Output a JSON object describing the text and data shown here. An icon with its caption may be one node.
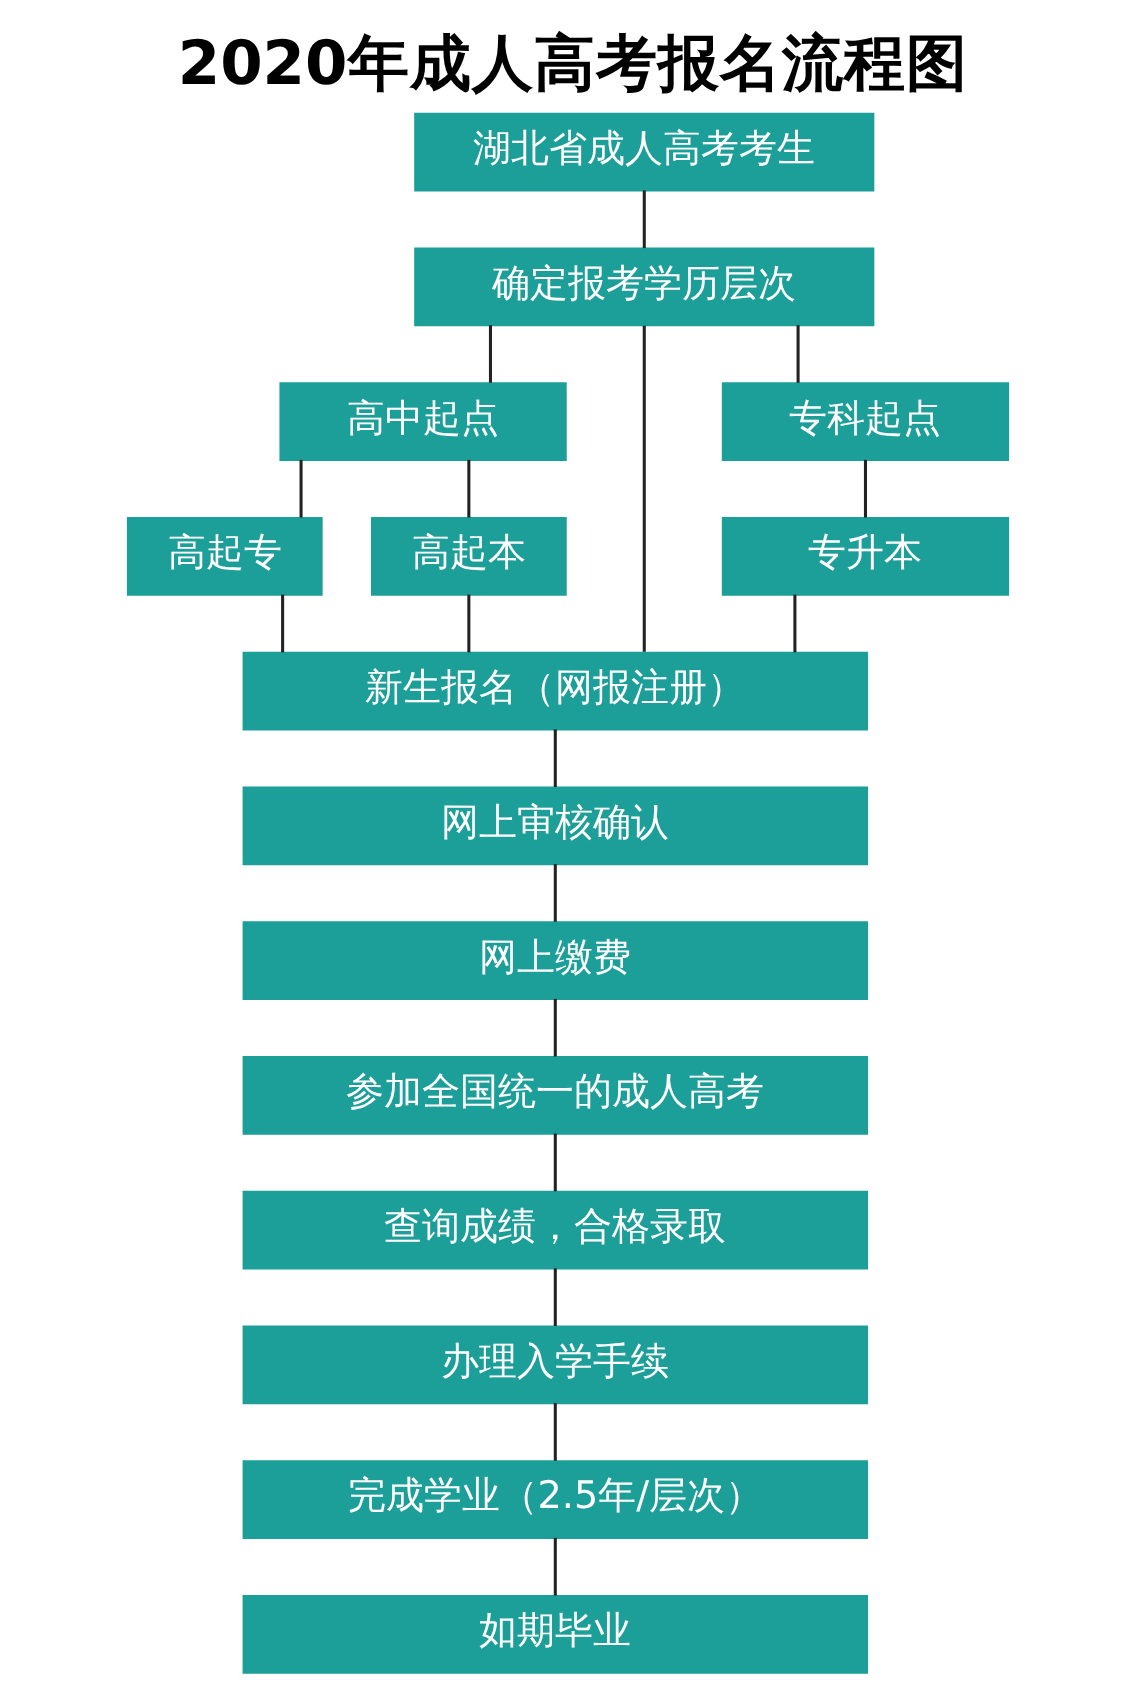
{
  "diagram": {
    "title": "2020年成人高考报名流程图",
    "nodes": [
      {
        "text": [
          "湖北省成人高考考生"
        ]
      },
      {
        "text": [
          "确定报考学历层次"
        ]
      },
      {
        "text": [
          "高中起点"
        ]
      },
      {
        "text": [
          "专科起点"
        ]
      },
      {
        "text": [
          "高起专"
        ]
      },
      {
        "text": [
          "高起本"
        ]
      },
      {
        "text": [
          "专升本"
        ]
      },
      {
        "text": [
          "新生报名（网报注册）"
        ]
      },
      {
        "text": [
          "网上审核确认"
        ]
      },
      {
        "text": [
          "网上缴费"
        ]
      },
      {
        "text": [
          "参加全国统一的成人高考"
        ]
      },
      {
        "text": [
          "查询成绩，合格录取"
        ]
      },
      {
        "text": [
          "办理入学手续"
        ]
      },
      {
        "text": [
          "完成学业（2.5年/层次）"
        ]
      },
      {
        "text": [
          "如期毕业"
        ]
      }
    ],
    "edges": [
      {
        "from": 0,
        "to": 1,
        "arrow": "none"
      },
      {
        "from": 1,
        "to": 2,
        "arrow": "none"
      },
      {
        "from": 1,
        "to": 7,
        "arrow": "none"
      },
      {
        "from": 1,
        "to": 3,
        "arrow": "none"
      },
      {
        "from": 2,
        "to": 4,
        "arrow": "none"
      },
      {
        "from": 2,
        "to": 5,
        "arrow": "none"
      },
      {
        "from": 3,
        "to": 6,
        "arrow": "none"
      },
      {
        "from": 4,
        "to": 7,
        "arrow": "none"
      },
      {
        "from": 5,
        "to": 7,
        "arrow": "none"
      },
      {
        "from": 6,
        "to": 7,
        "arrow": "none"
      },
      {
        "from": 7,
        "to": 8,
        "arrow": "none"
      },
      {
        "from": 8,
        "to": 9,
        "arrow": "none"
      },
      {
        "from": 9,
        "to": 10,
        "arrow": "none"
      },
      {
        "from": 10,
        "to": 11,
        "arrow": "none"
      },
      {
        "from": 11,
        "to": 12,
        "arrow": "none"
      },
      {
        "from": 12,
        "to": 13,
        "arrow": "none"
      },
      {
        "from": 13,
        "to": 14,
        "arrow": "none"
      }
    ]
  }
}
